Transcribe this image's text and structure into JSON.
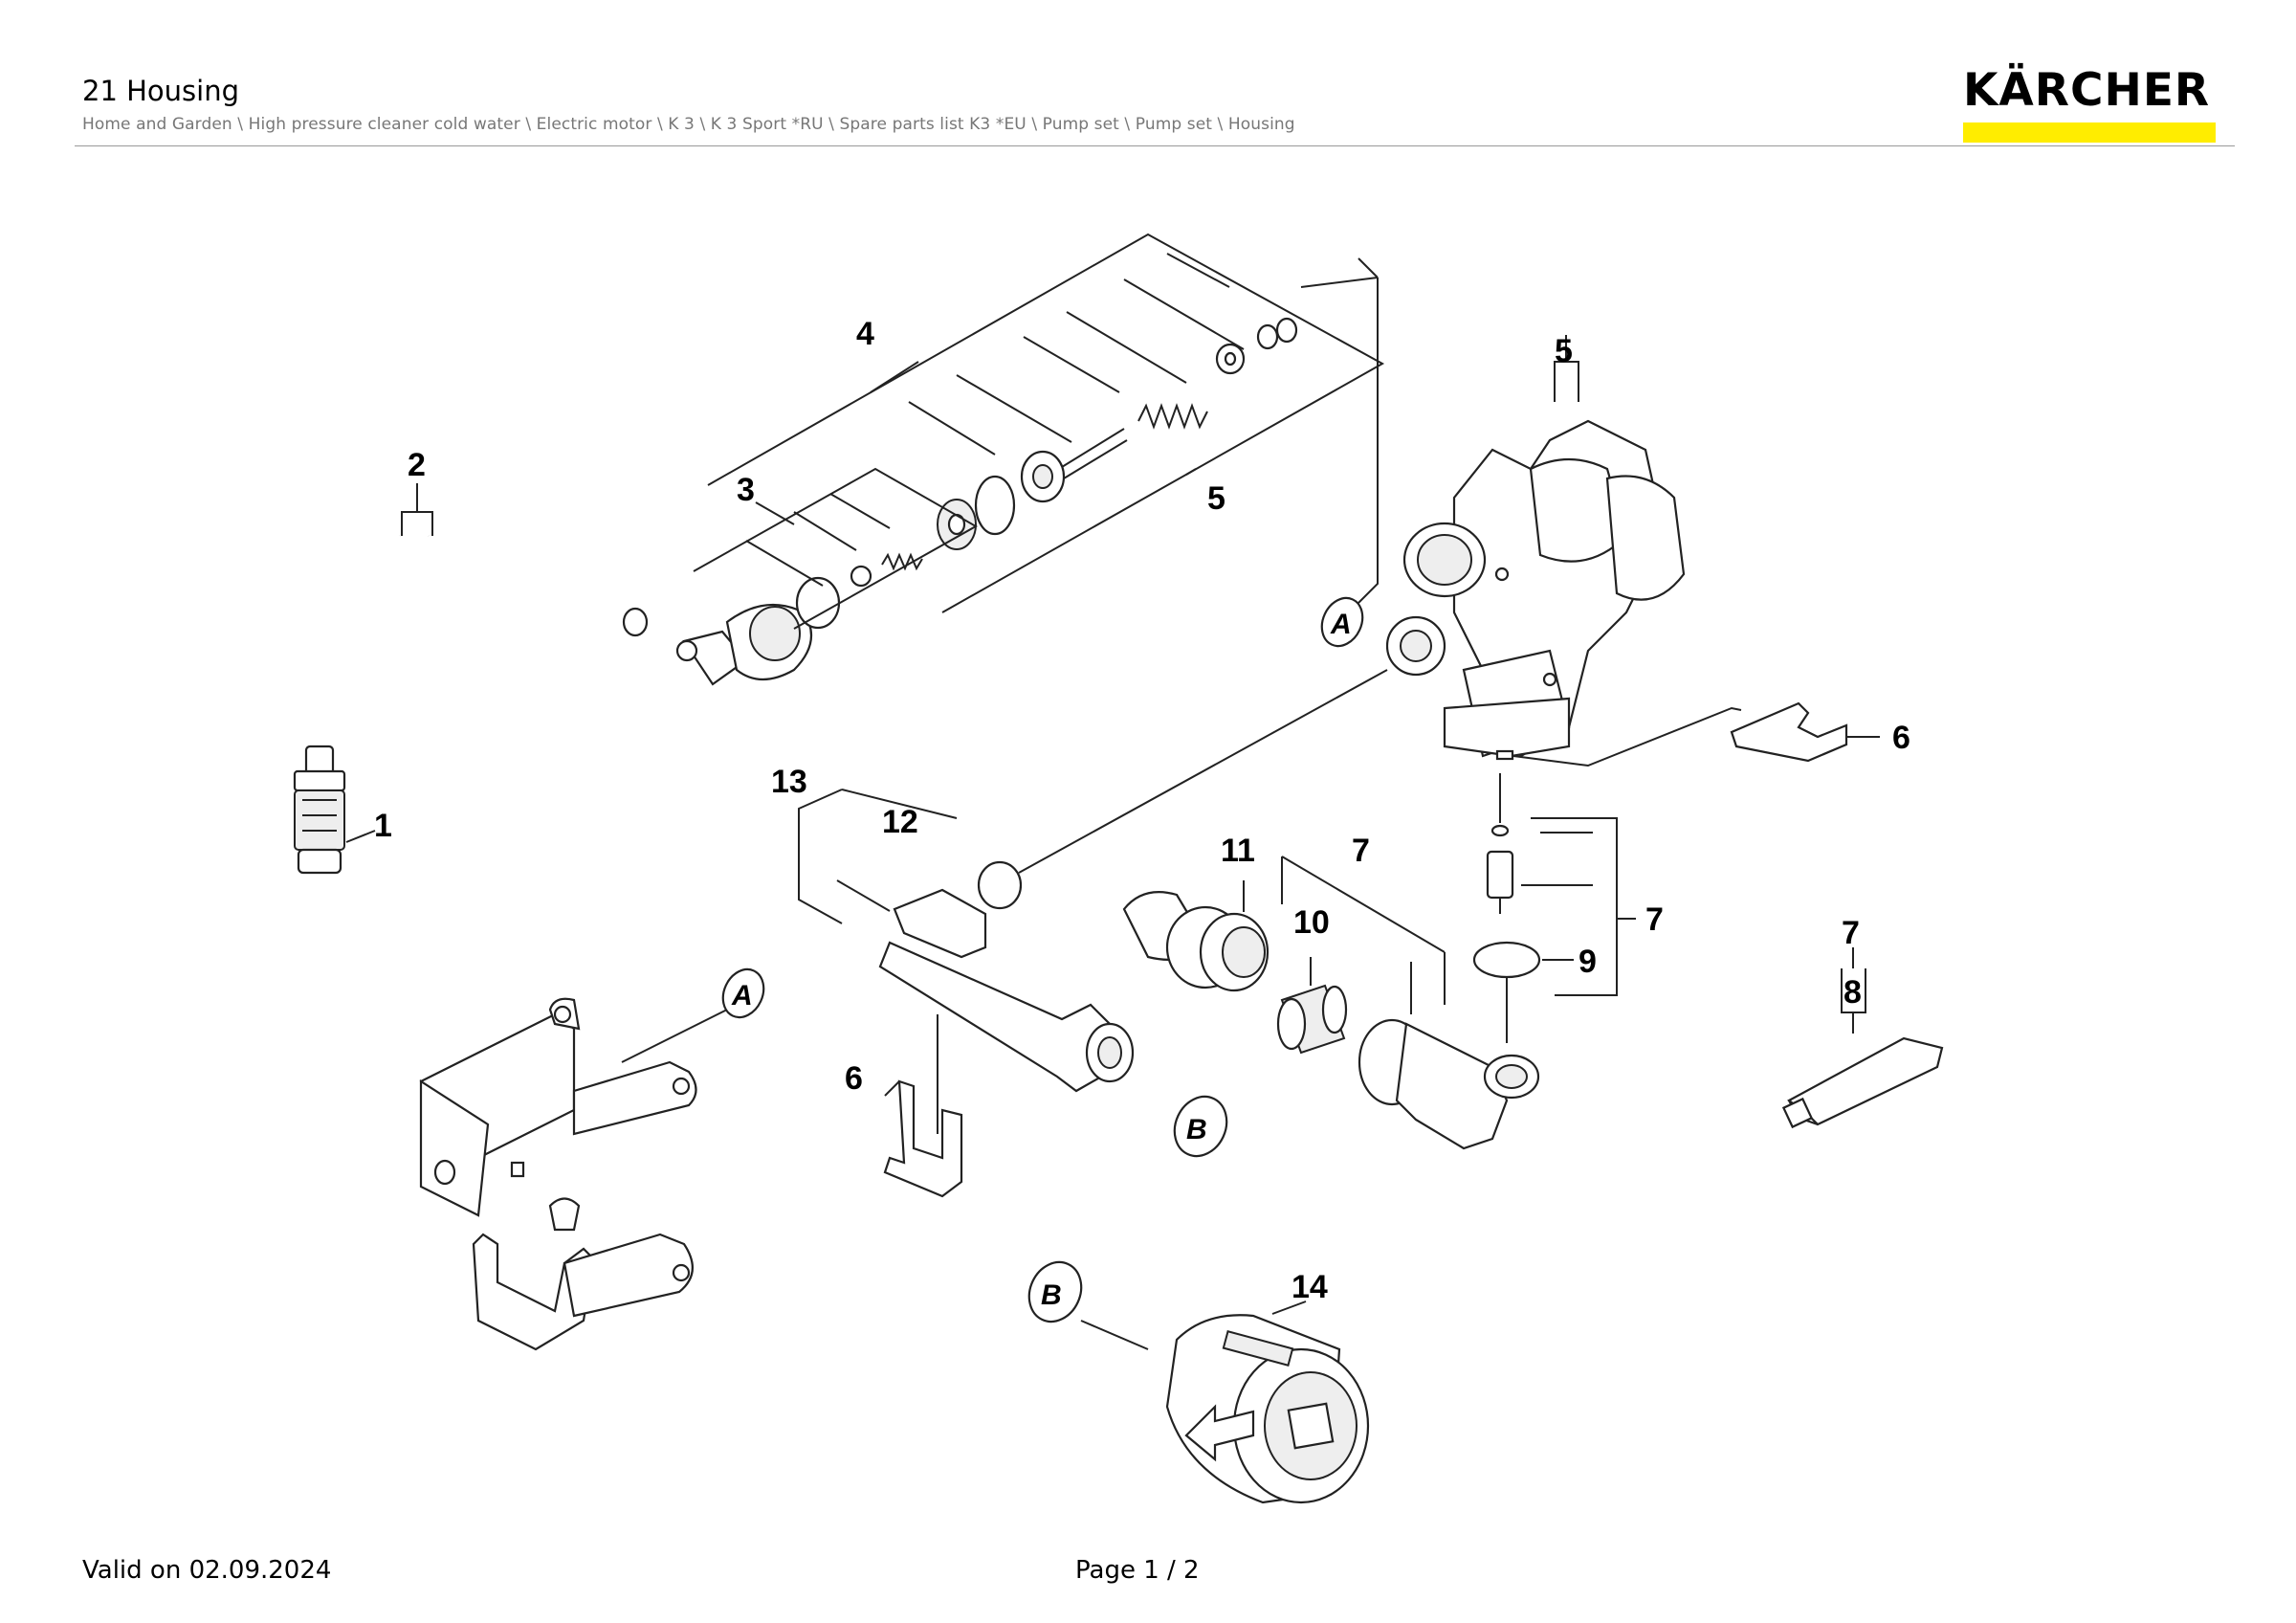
{
  "header": {
    "title": "21 Housing",
    "breadcrumb": "Home and Garden \\ High pressure cleaner cold water \\ Electric motor \\ K 3 \\ K 3 Sport *RU \\ Spare parts list K3 *EU \\ Pump set \\ Pump set \\ Housing"
  },
  "logo": {
    "text": "KÄRCHER",
    "bar_color": "#ffed00"
  },
  "diagram": {
    "callouts": {
      "c1": "1",
      "c2": "2",
      "c3": "3",
      "c4": "4",
      "c5a": "5",
      "c5b": "5",
      "c6a": "6",
      "c6b": "6",
      "c7a": "7",
      "c7b": "7",
      "c7c": "7",
      "c8": "8",
      "c9": "9",
      "c10": "10",
      "c11": "11",
      "c12": "12",
      "c13": "13",
      "c14": "14"
    },
    "refs": {
      "a1": "A",
      "a2": "A",
      "b1": "B",
      "b2": "B"
    }
  },
  "footer": {
    "valid": "Valid on 02.09.2024",
    "page": "Page 1 / 2"
  }
}
